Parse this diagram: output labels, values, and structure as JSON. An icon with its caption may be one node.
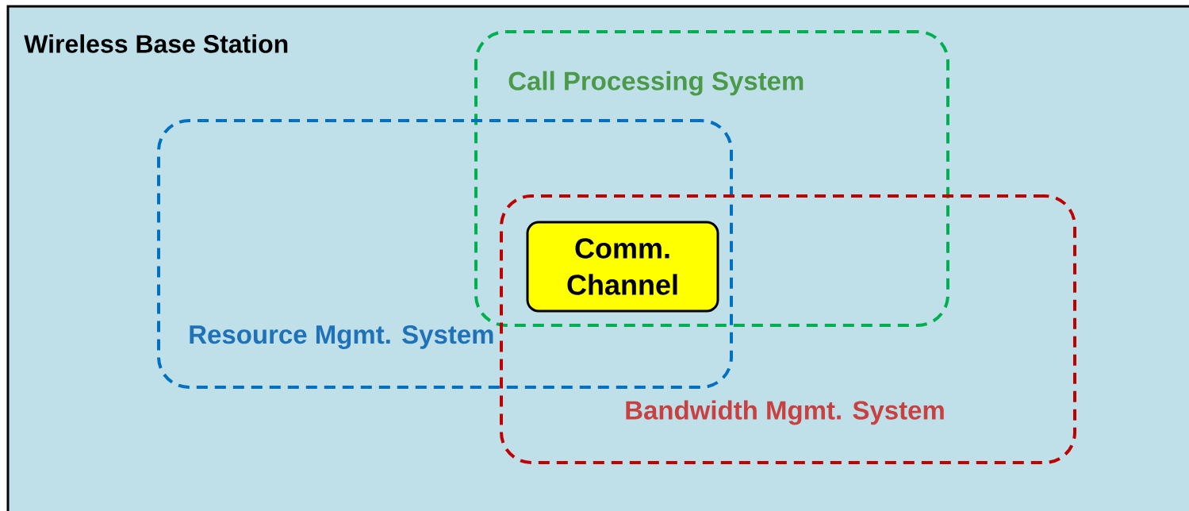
{
  "diagram": {
    "nodes": [
      {
        "text": [
          "Wireless Base Station"
        ]
      },
      {
        "text": [
          "Call Processing System"
        ],
        "in": 0
      },
      {
        "text": [
          "Resource Mgmt. System"
        ],
        "in": 0
      },
      {
        "text": [
          "Bandwidth Mgmt. System"
        ],
        "in": 0
      },
      {
        "text": [
          "Comm. Channel"
        ]
      }
    ]
  }
}
